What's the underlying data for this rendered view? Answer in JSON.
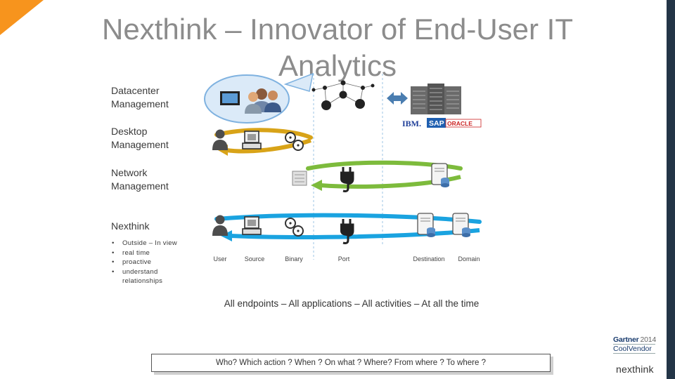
{
  "title": "Nexthink – Innovator of End-User IT Analytics",
  "categories": [
    {
      "line1": "Datacenter",
      "line2": "Management"
    },
    {
      "line1": "Desktop",
      "line2": "Management"
    },
    {
      "line1": "Network",
      "line2": "Management"
    }
  ],
  "nexthink": {
    "title": "Nexthink",
    "bullets": [
      "Outside – In view",
      "real time",
      "proactive",
      "understand relationships"
    ]
  },
  "flow_labels": [
    "User",
    "Source",
    "Binary",
    "Port",
    "Destination",
    "Domain"
  ],
  "vendors": [
    "IBM.",
    "SAP",
    "ORACLE"
  ],
  "collaboration_text": "All endpoints – All applications – All activities – At all the time",
  "questions_text": "Who? Which action ? When ? On what ? Where? From where ?  To where ?",
  "badge": {
    "brand": "Gartner",
    "year": "2014",
    "label": "CoolVendor"
  },
  "logo_text": "nexthink",
  "colors": {
    "accent": "#f7941d",
    "title": "#8c8c8c",
    "desktop_band": "#d8a318",
    "network_band": "#7dbb3c",
    "nexthink_band": "#1aa3e0",
    "right_bar": "#233547"
  }
}
